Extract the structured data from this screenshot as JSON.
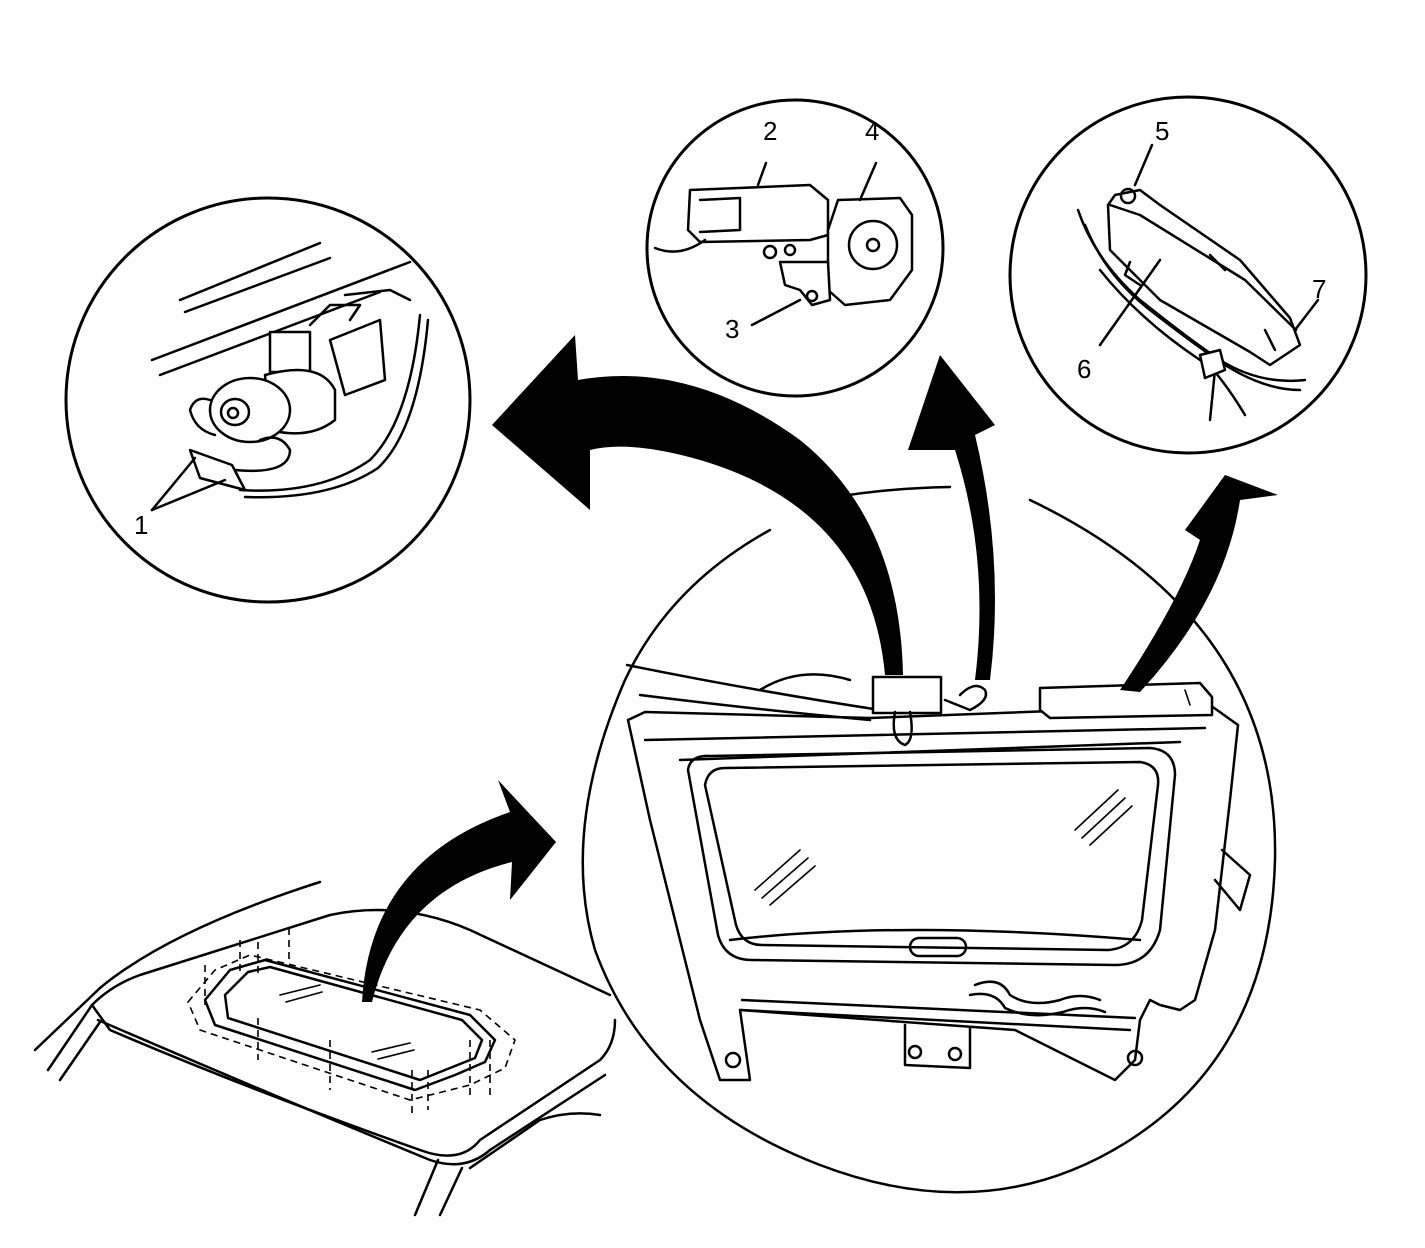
{
  "callouts": {
    "c1": "1",
    "c2": "2",
    "c3": "3",
    "c4": "4",
    "c5": "5",
    "c6": "6",
    "c7": "7"
  },
  "icons": [
    "sunroof-motor-icon",
    "sunroof-module-icon",
    "sunroof-control-module-icon",
    "vehicle-roof-icon",
    "sunroof-frame-icon",
    "callout-arrow-icon"
  ]
}
